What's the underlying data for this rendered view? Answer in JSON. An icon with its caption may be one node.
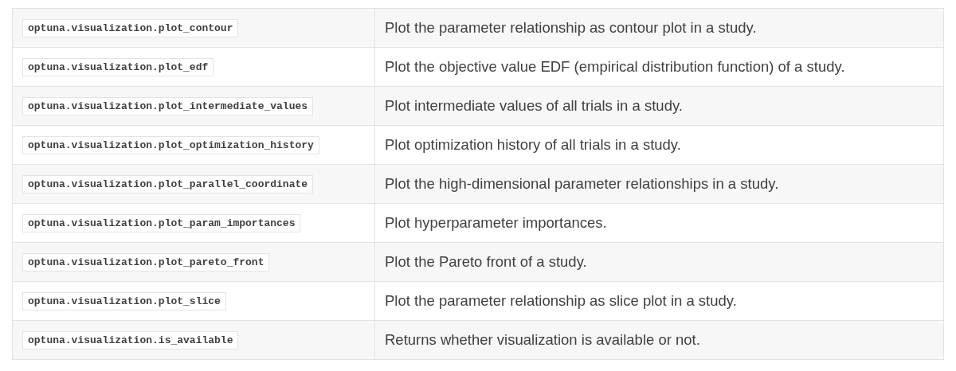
{
  "diagram": {
    "labels": [
      "optuna.visualization.plot_contour",
      "Plot the parameter relationship as contour plot in a study.",
      "optuna.visualization.plot_edf",
      "Plot the objective value EDF (empirical distribution function) of a study.",
      "optuna.visualization.plot_intermediate_values",
      "Plot intermediate values of all trials in a study.",
      "optuna.visualization.plot_optimization_history",
      "Plot optimization history of all trials in a study.",
      "optuna.visualization.plot_parallel_coordinate",
      "Plot the high-dimensional parameter relationships in a study.",
      "optuna.visualization.plot_param_importances",
      "Plot hyperparameter importances.",
      "optuna.visualization.plot_pareto_front",
      "Plot the Pareto front of a study.",
      "optuna.visualization.plot_slice",
      "Plot the parameter relationship as slice plot in a study.",
      "optuna.visualization.is_available",
      "Returns whether visualization is available or not."
    ]
  }
}
